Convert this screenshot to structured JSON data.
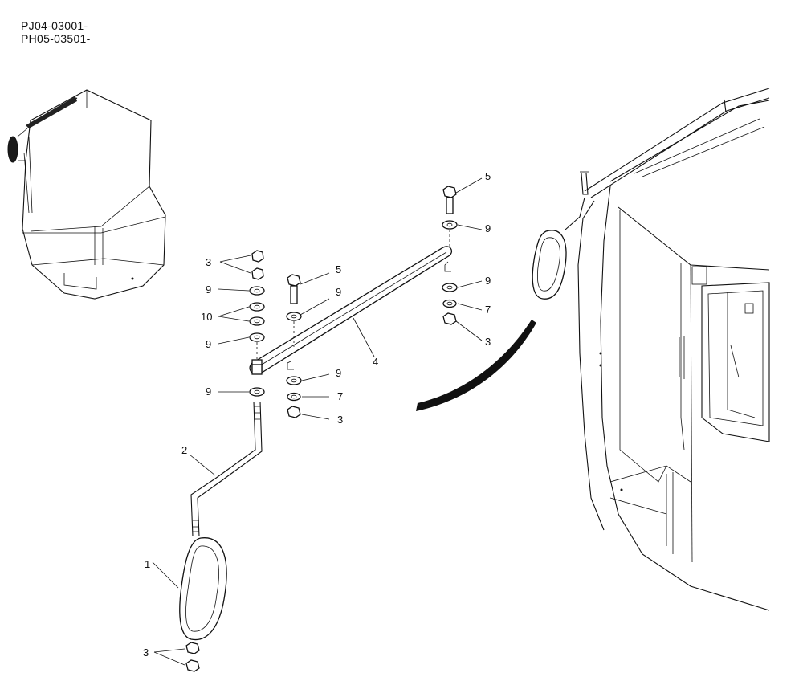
{
  "header": {
    "serial_line_1": "PJ04-03001-",
    "serial_line_2": "PH05-03501-"
  },
  "callouts": {
    "c1": "1",
    "c2": "2",
    "c3a": "3",
    "c3b": "3",
    "c3c": "3",
    "c3d": "3",
    "c4": "4",
    "c5a": "5",
    "c5b": "5",
    "c7a": "7",
    "c7b": "7",
    "c9a": "9",
    "c9b": "9",
    "c9c": "9",
    "c9d": "9",
    "c9e": "9",
    "c9f": "9",
    "c9g": "9",
    "c10": "10"
  }
}
